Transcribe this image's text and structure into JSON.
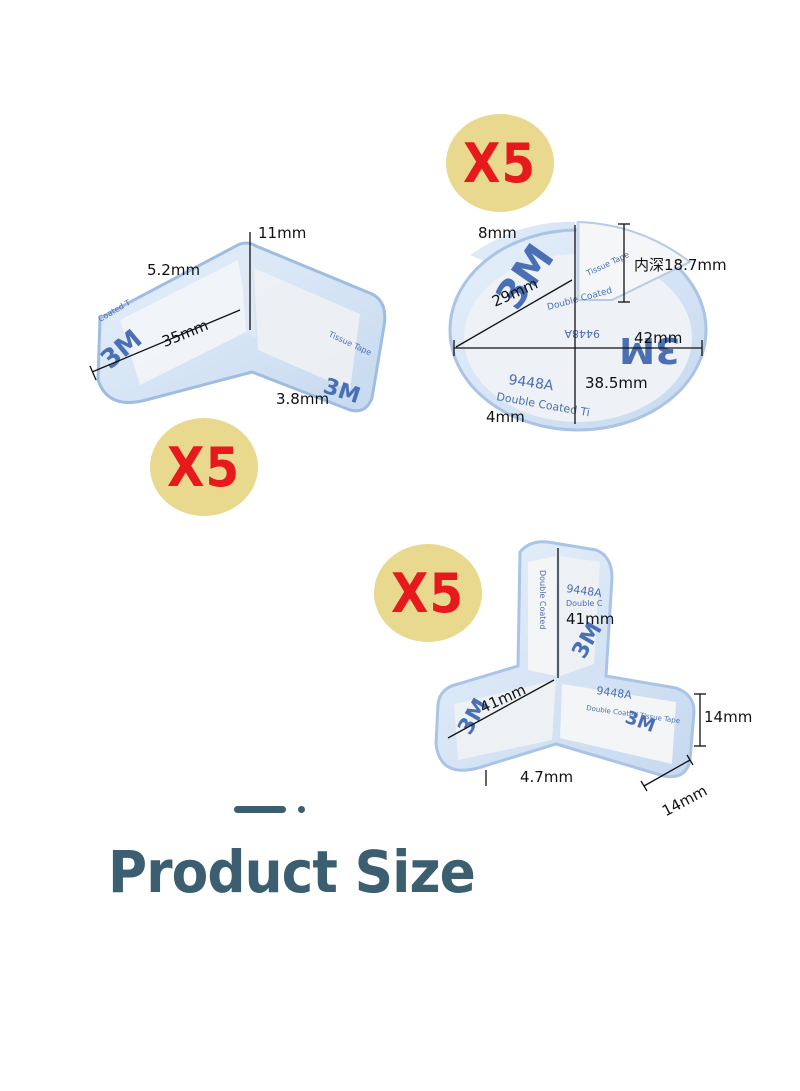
{
  "badges": {
    "top_right": "X5",
    "left": "X5",
    "bottom": "X5"
  },
  "products": {
    "l_corner": {
      "d_top": "11mm",
      "d_side": "5.2mm",
      "d_length": "35mm",
      "d_thickness": "3.8mm"
    },
    "round_corner": {
      "d_top": "8mm",
      "d_inner_depth": "内深18.7mm",
      "d_diag": "29mm",
      "d_width": "42mm",
      "d_height": "38.5mm",
      "d_thickness": "4mm",
      "tape_brand": "3M",
      "tape_code": "9448A",
      "tape_text": "Double Coated Tissue Tape"
    },
    "tri_corner": {
      "d_vertical": "41mm",
      "d_diag": "41mm",
      "d_side_h": "14mm",
      "d_side_w": "14mm",
      "d_thickness": "4.7mm",
      "tape_code": "9448A"
    }
  },
  "footer": {
    "title": "Product Size"
  },
  "colors": {
    "badge_bg": "#e9d98e",
    "badge_text": "#e8191d",
    "title": "#3b5f70",
    "plastic": "#cfe0f3",
    "tape_blue": "#4a6fb5"
  }
}
